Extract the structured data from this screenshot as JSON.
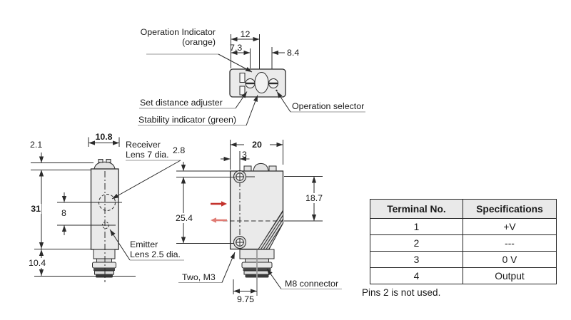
{
  "colors": {
    "line": "#2b2b2b",
    "body_fill": "#eaeaea",
    "accent_red_dark": "#c4332d",
    "accent_red_light": "#e07b74",
    "table_header_bg": "#e9e9e9"
  },
  "top_view": {
    "label_operation_indicator_l1": "Operation Indicator",
    "label_operation_indicator_l2": "(orange)",
    "label_set_distance_adjuster": "Set distance adjuster",
    "label_stability_indicator": "Stability indicator (green)",
    "label_operation_selector": "Operation selector",
    "dim_width": "12",
    "dim_left": "7.3",
    "dim_right": "8.4"
  },
  "side_view": {
    "dim_width": "10.8",
    "dim_cap": "2.1",
    "dim_body": "31",
    "dim_lens_gap": "8",
    "dim_connector": "10.4",
    "label_receiver_l1": "Receiver",
    "label_receiver_l2": "Lens 7 dia.",
    "label_emitter_l1": "Emitter",
    "label_emitter_l2": "Lens 2.5 dia."
  },
  "front_view": {
    "dim_width": "20",
    "dim_top": "2.8",
    "dim_screw_offset": "3",
    "dim_screw_pitch": "25.4",
    "dim_axis": "18.7",
    "dim_connector_offset": "9.75",
    "label_screws": "Two, M3",
    "label_connector": "M8 connector"
  },
  "table": {
    "headers": [
      "Terminal No.",
      "Specifications"
    ],
    "rows": [
      [
        "1",
        "+V"
      ],
      [
        "2",
        "---"
      ],
      [
        "3",
        "0 V"
      ],
      [
        "4",
        "Output"
      ]
    ]
  },
  "note": "Pins 2  is not used."
}
